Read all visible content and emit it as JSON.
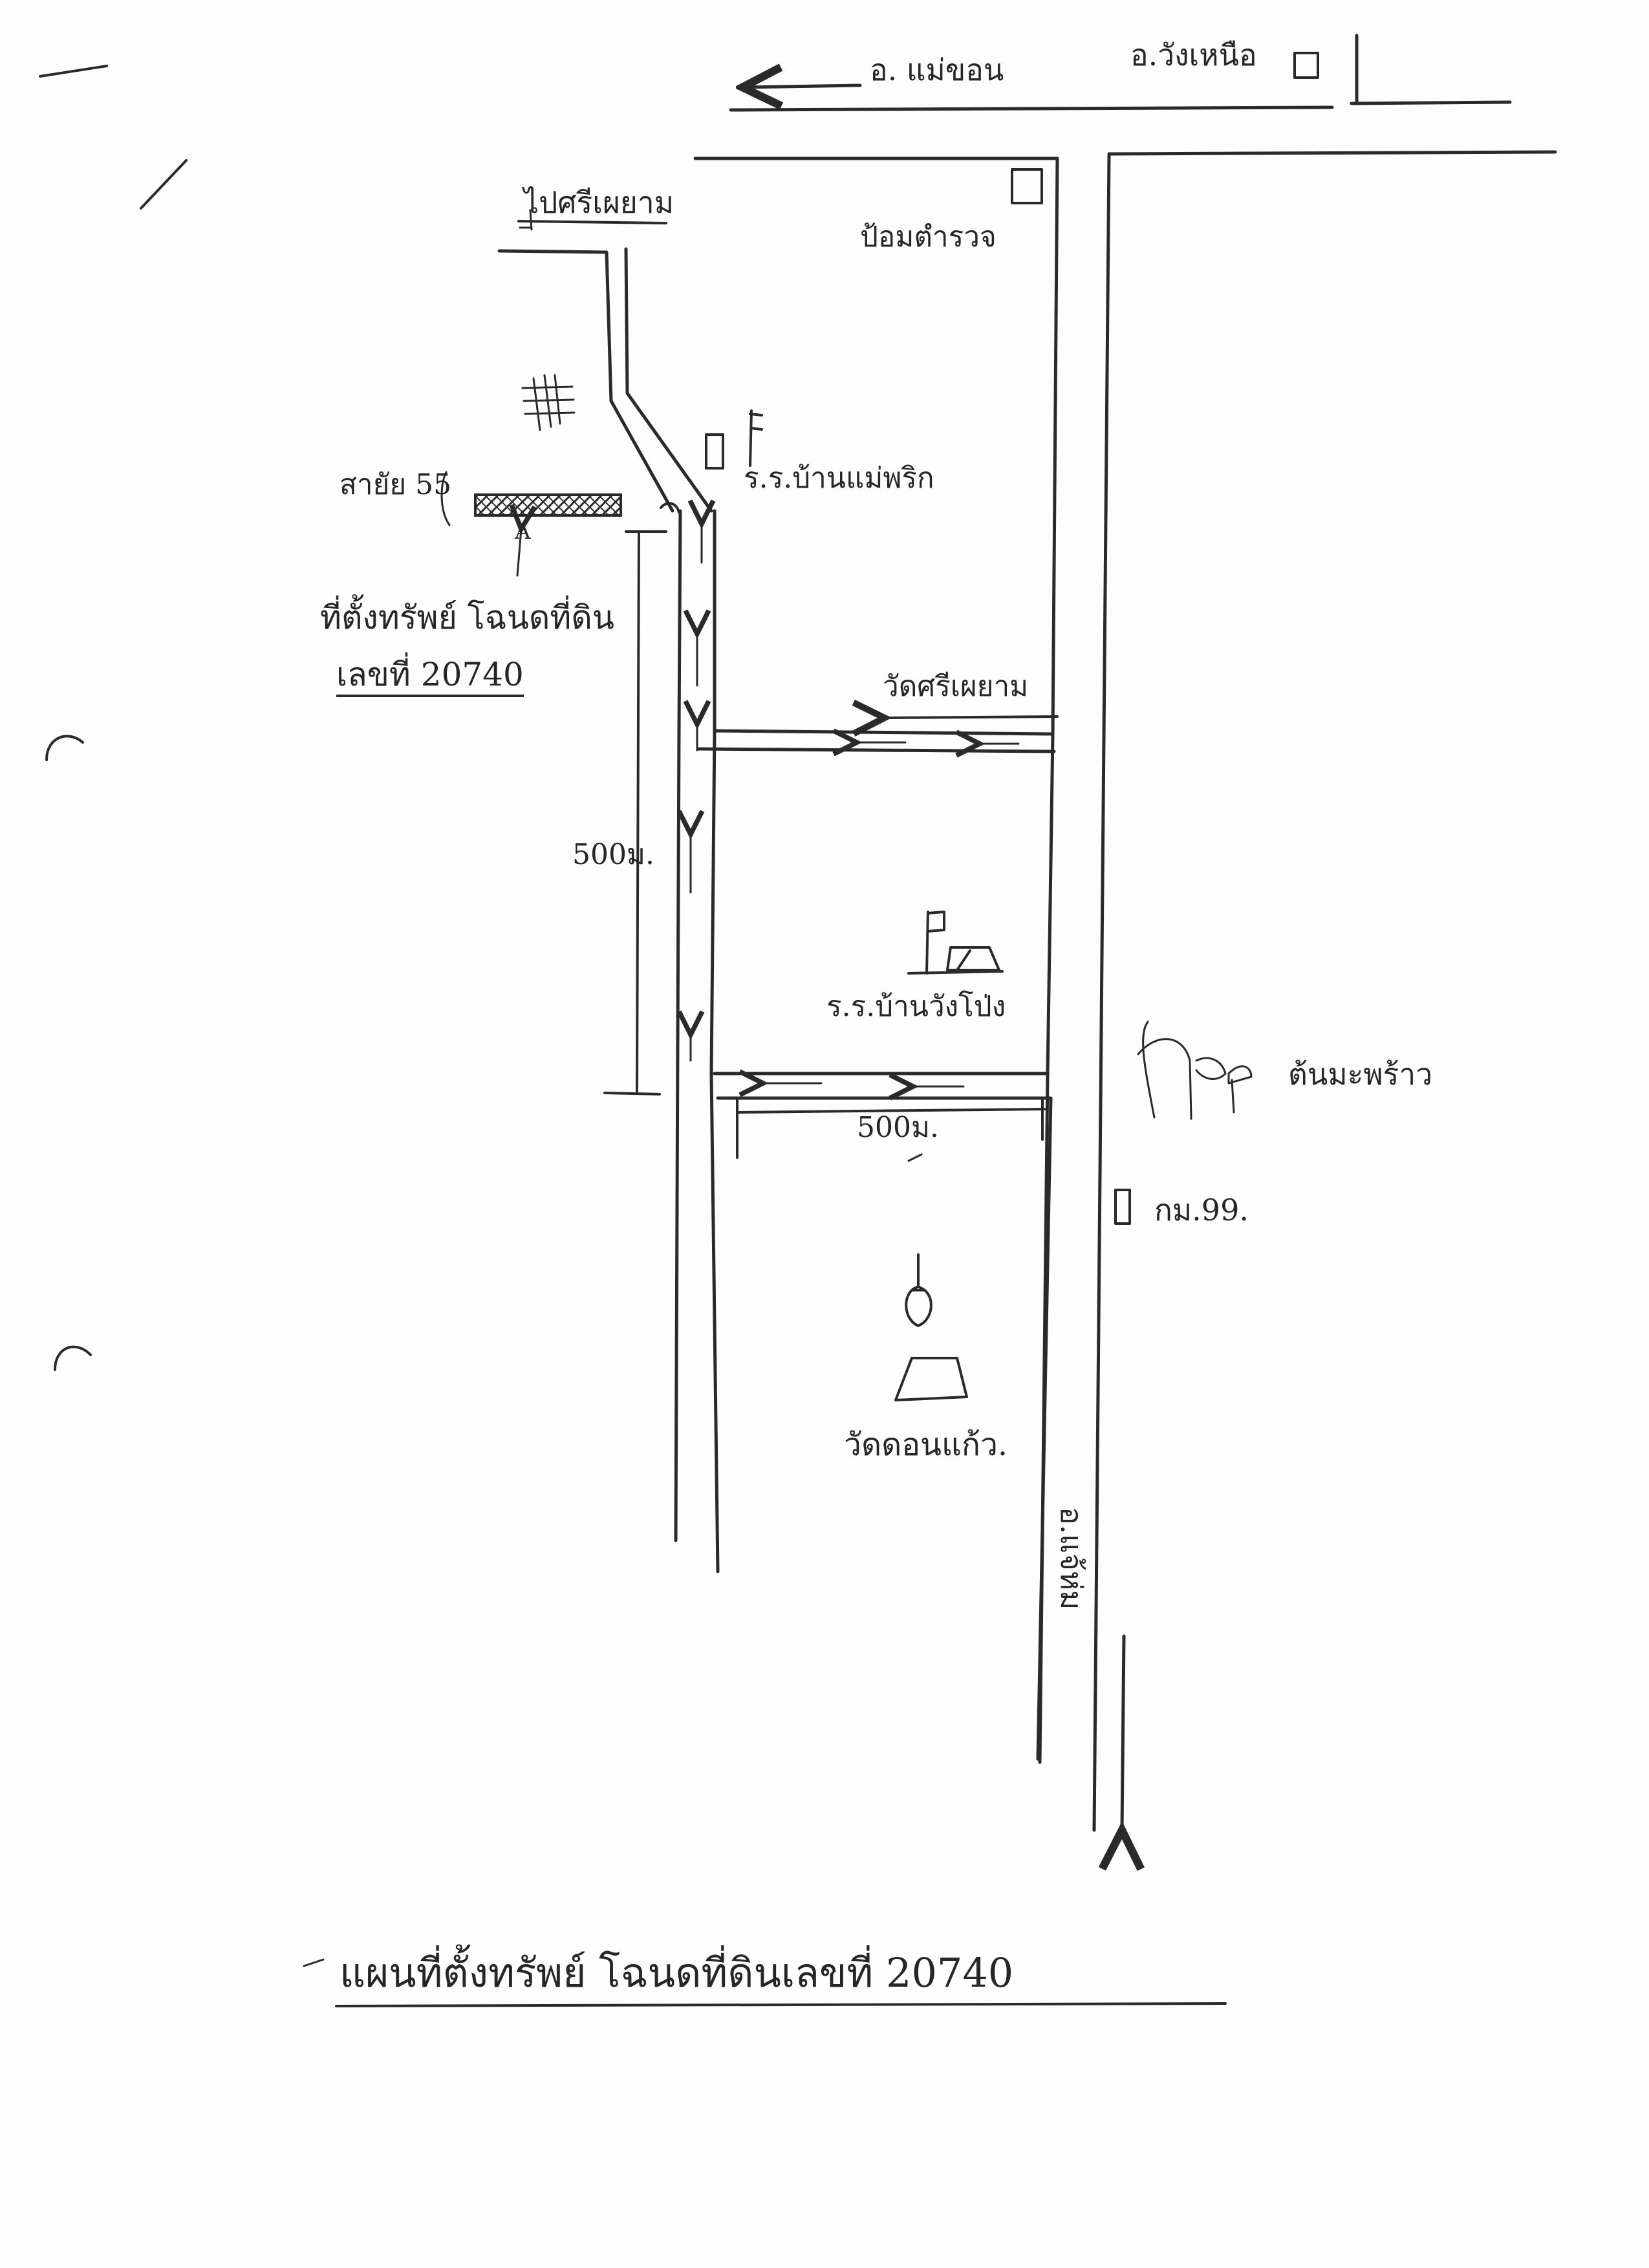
{
  "map": {
    "title": "แผนที่ตั้งทรัพย์ โฉนดที่ดินเลขที่ 20740",
    "property_label_line1": "ที่ตั้งทรัพย์ โฉนดที่ดิน",
    "property_label_line2": "เลขที่ 20740",
    "property_marker": "A",
    "road_top_left": "อ. แม่ขอน",
    "road_top_right": "อ.วังเหนือ",
    "to_sripaeng": "ไปศรีเผยาม",
    "police_box": "ป้อมตำรวจ",
    "school_1": "ร.ร.บ้านแม่พริก",
    "to_wat_sripaeng": "วัดศรีเผยาม",
    "distance_vertical": "500ม.",
    "school_2": "ร.ร.บ้านวังโป่ง",
    "distance_horizontal": "500ม.",
    "coconut_tree": "ต้นมะพร้าว",
    "km_marker": "กม.99.",
    "temple": "วัดดอนแก้ว.",
    "road_bottom": "อ.แจ้ห่ม",
    "left_road_label": "สายัย 55"
  }
}
